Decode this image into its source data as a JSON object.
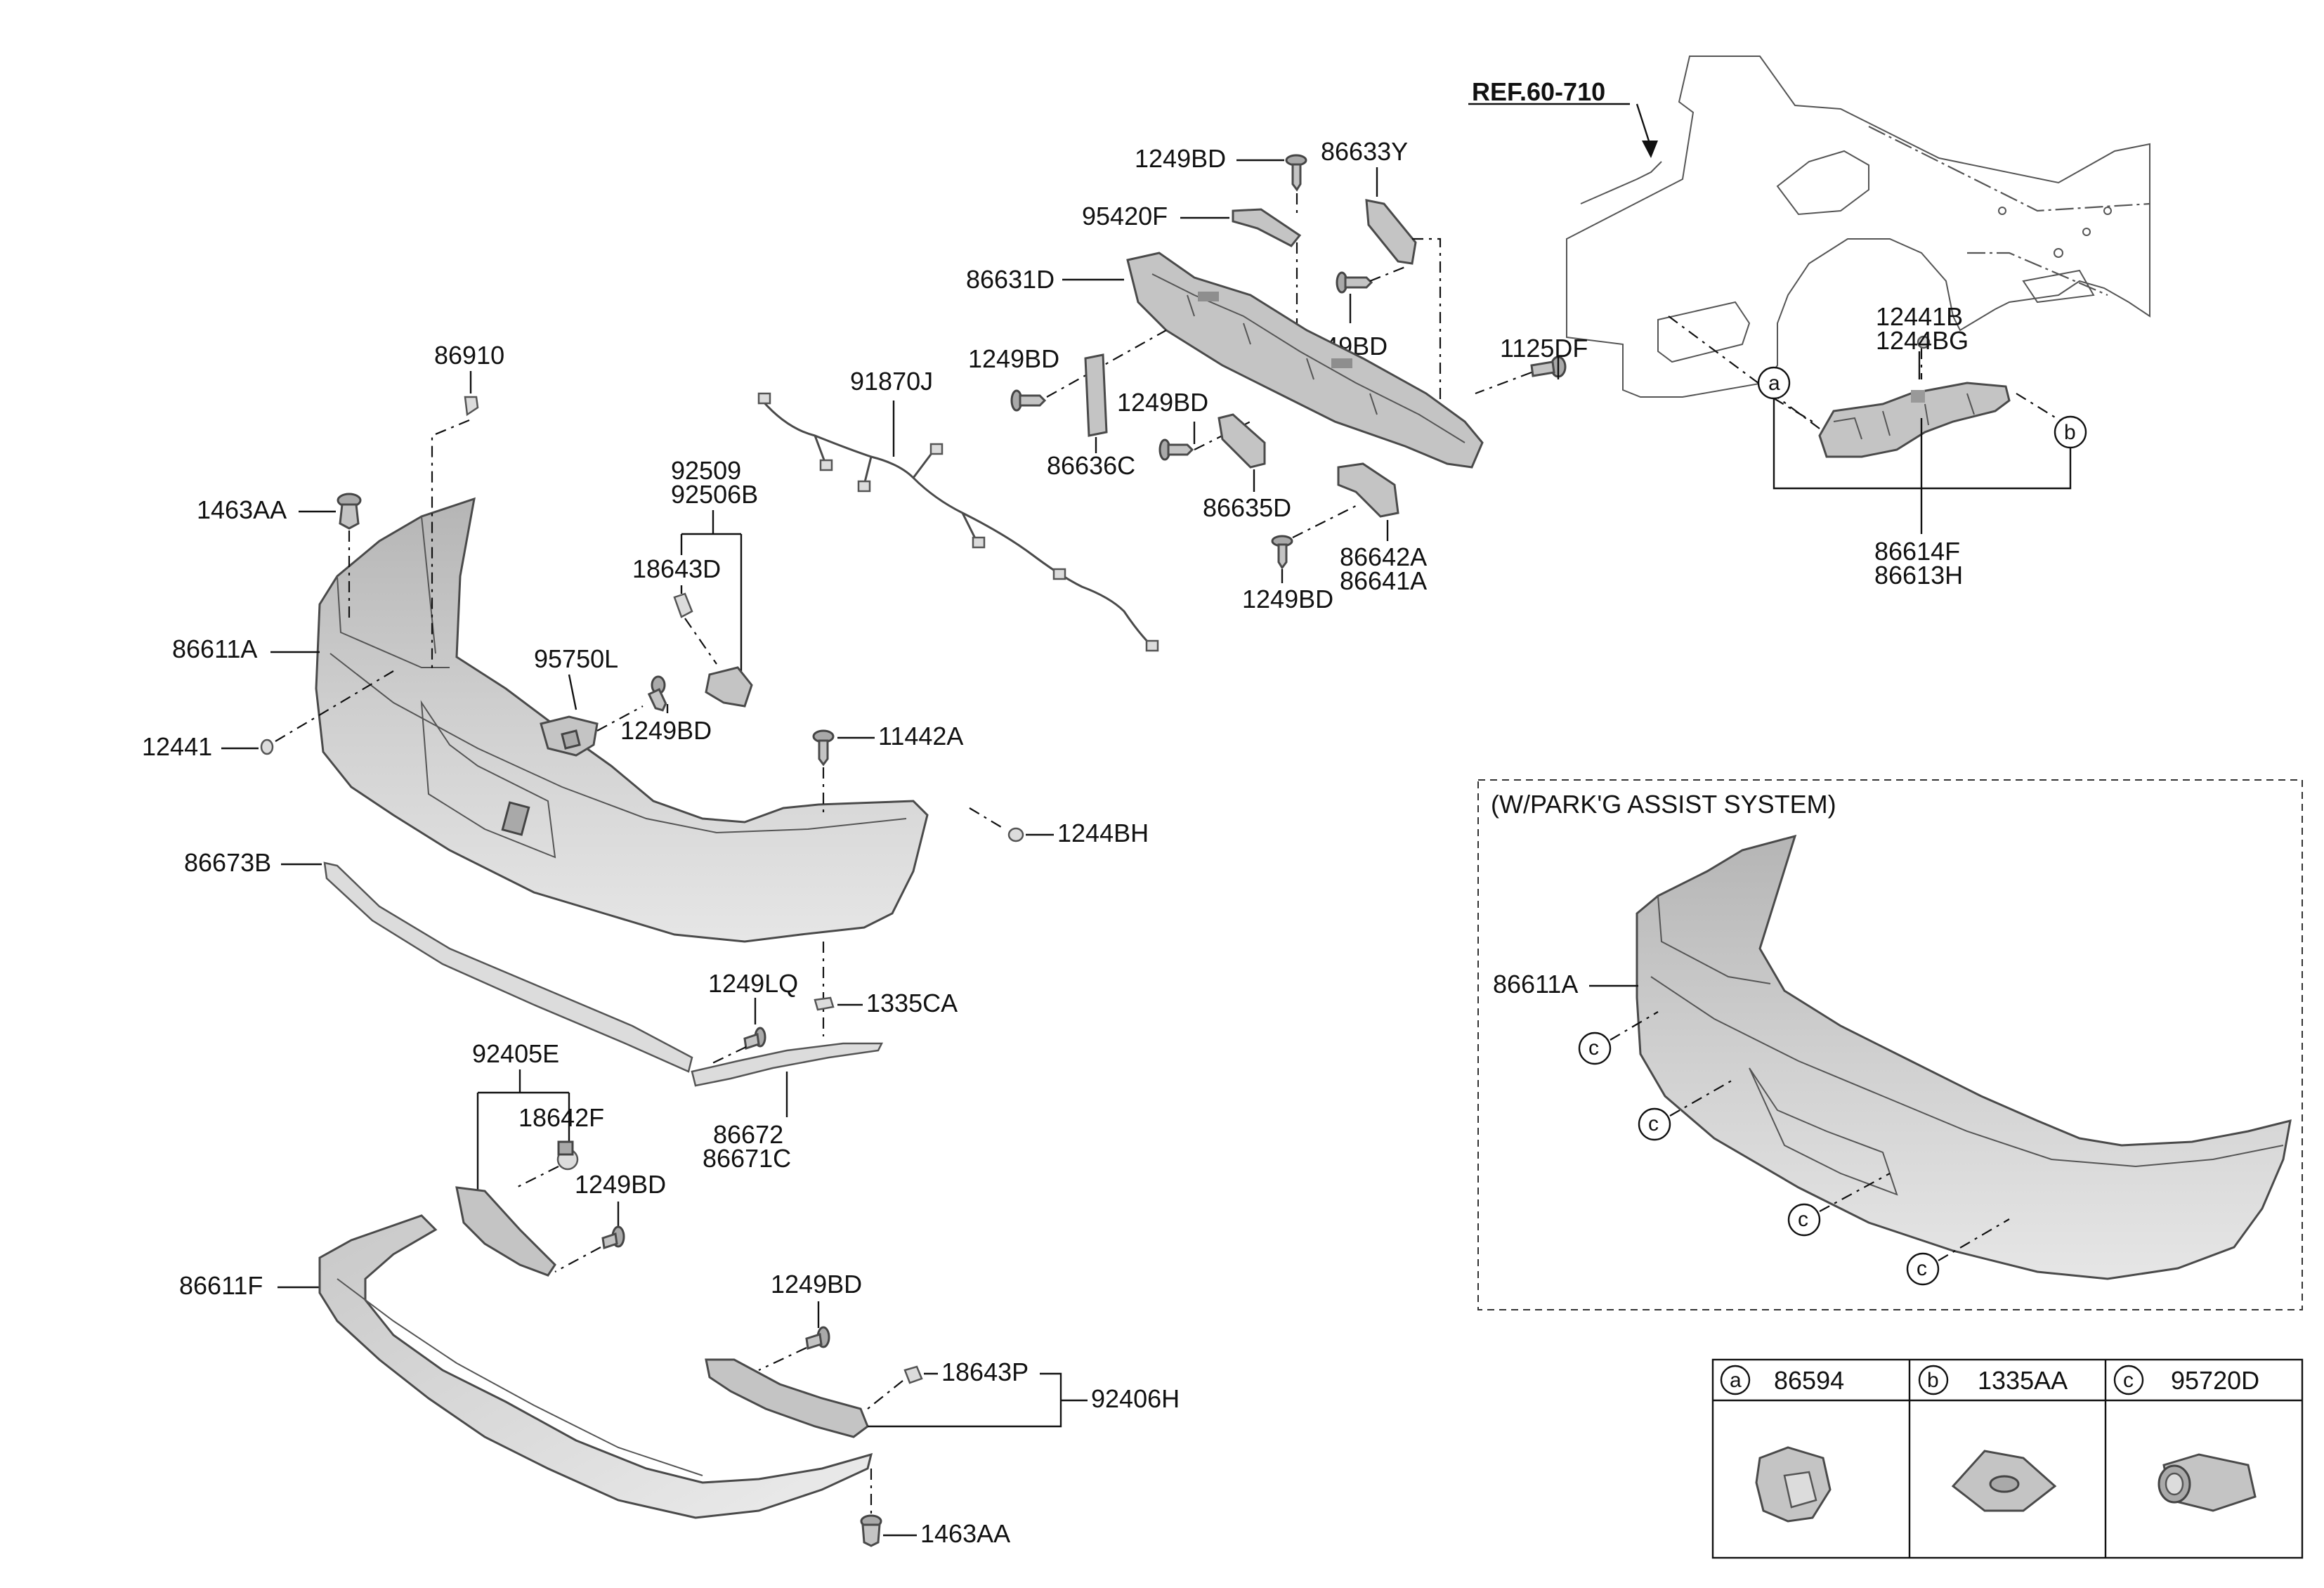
{
  "diagram": {
    "reference": "REF.60-710",
    "labels": {
      "p86910": "86910",
      "p1463AA_top": "1463AA",
      "p86611A": "86611A",
      "p12441": "12441",
      "p95750L": "95750L",
      "p1249BD_camera": "1249BD",
      "p92509": "92509",
      "p92506B": "92506B",
      "p18643D": "18643D",
      "p91870J": "91870J",
      "p11442A": "11442A",
      "p1244BH": "1244BH",
      "p86673B": "86673B",
      "p1249LQ": "1249LQ",
      "p1335CA": "1335CA",
      "p86672": "86672",
      "p86671C": "86671C",
      "p92405E": "92405E",
      "p18642F": "18642F",
      "p1249BD_lamp": "1249BD",
      "p86611F": "86611F",
      "p1249BD_right": "1249BD",
      "p18643P": "18643P",
      "p92406H": "92406H",
      "p1463AA_bottom": "1463AA",
      "p1249BD_top": "1249BD",
      "p86633Y": "86633Y",
      "p95420F": "95420F",
      "p86631D": "86631D",
      "p1249BD_beam_r": "1249BD",
      "p1249BD_beam_l": "1249BD",
      "p1249BD_beam_m": "1249BD",
      "p86636C": "86636C",
      "p86635D": "86635D",
      "p1125DF": "1125DF",
      "p86642A": "86642A",
      "p86641A": "86641A",
      "p1249BD_beam_b": "1249BD",
      "p12441B": "12441B",
      "p1244BG": "1244BG",
      "p86614F": "86614F",
      "p86613H": "86613H",
      "callout_a": "a",
      "callout_b": "b"
    },
    "inset": {
      "title": "(W/PARK'G ASSIST SYSTEM)",
      "part_label": "86611A",
      "callout": "c"
    },
    "legend": [
      {
        "key": "a",
        "part": "86594"
      },
      {
        "key": "b",
        "part": "1335AA"
      },
      {
        "key": "c",
        "part": "95720D"
      }
    ]
  }
}
